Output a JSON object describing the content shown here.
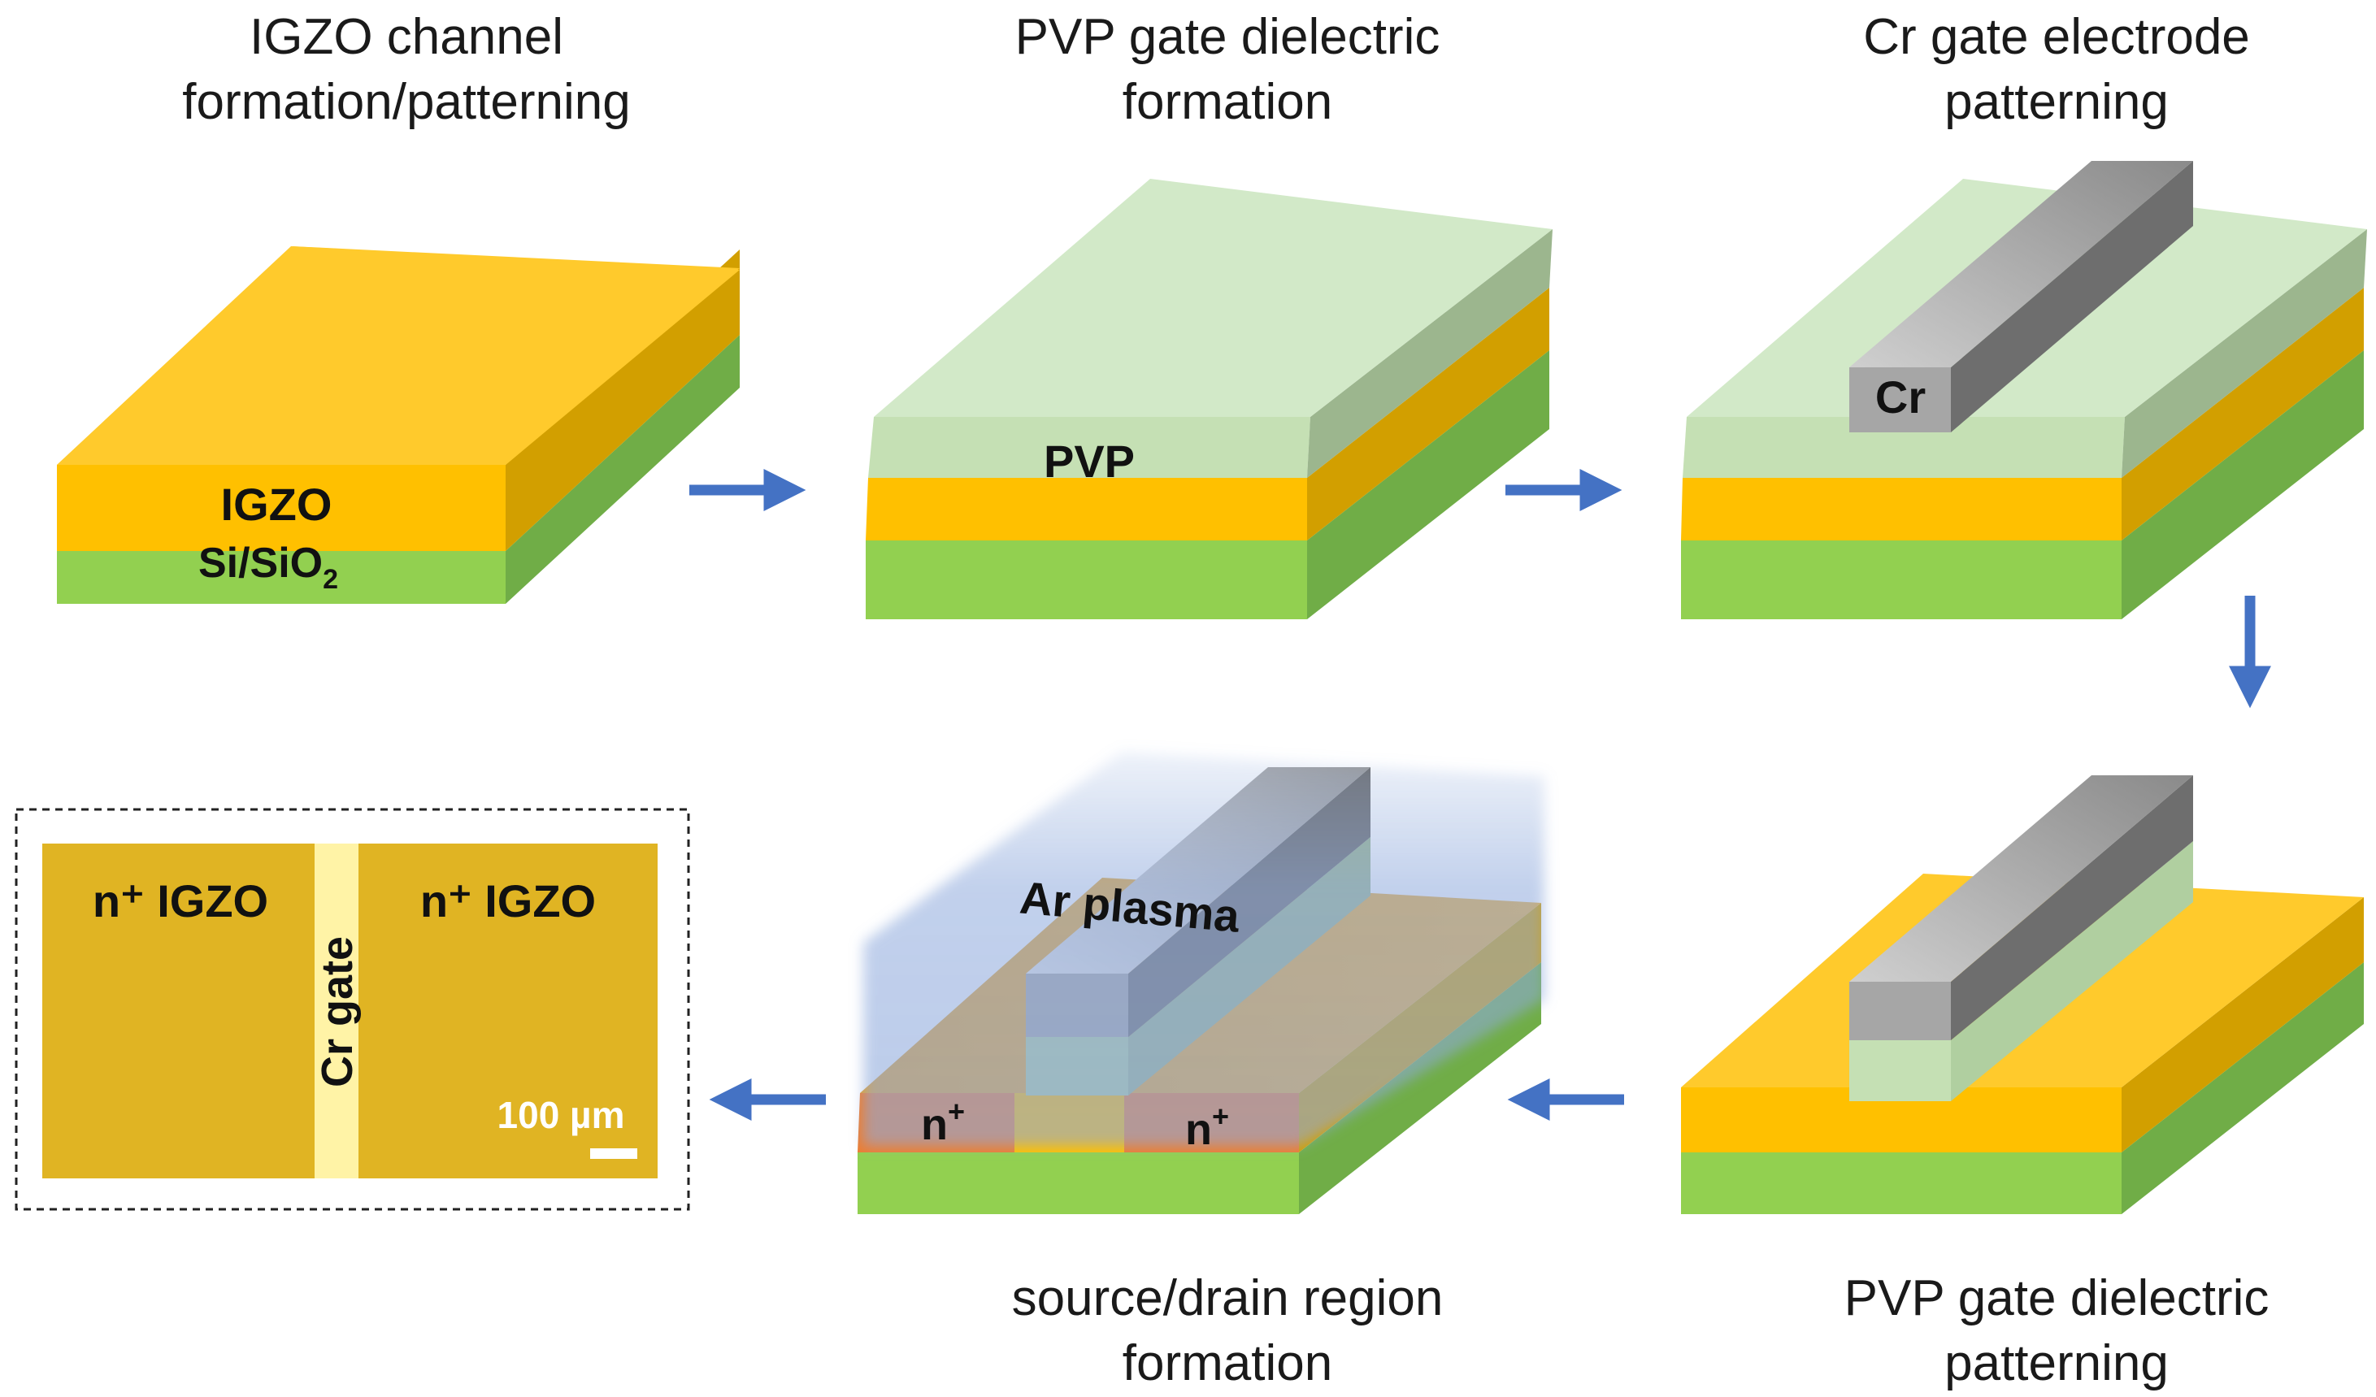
{
  "steps": [
    {
      "title": "IGZO channel\nformation/patterning"
    },
    {
      "title": "PVP gate dielectric\nformation"
    },
    {
      "title": "Cr gate electrode\npatterning"
    },
    {
      "title": "PVP gate dielectric\npatterning"
    },
    {
      "title": "source/drain region\nformation"
    }
  ],
  "labels": {
    "igzo": "IGZO",
    "si_sio2_main": "Si/SiO",
    "si_sio2_sub": "2",
    "pvp": "PVP",
    "cr": "Cr",
    "ar_plasma": "Ar plasma",
    "n_plus_left": "n",
    "n_plus_right": "n",
    "plus": "+"
  },
  "micrograph": {
    "left_region": "n⁺ IGZO",
    "right_region": "n⁺ IGZO",
    "gate": "Cr gate",
    "scale": "100 µm"
  },
  "colors": {
    "igzo": "#FFC000",
    "substrate": "#92D050",
    "pvp": "#C5E0B4",
    "cr": "#A6A6A6",
    "n_plus": "#ED7D31",
    "plasma": "#8FAADC",
    "arrow": "#4472C4"
  }
}
